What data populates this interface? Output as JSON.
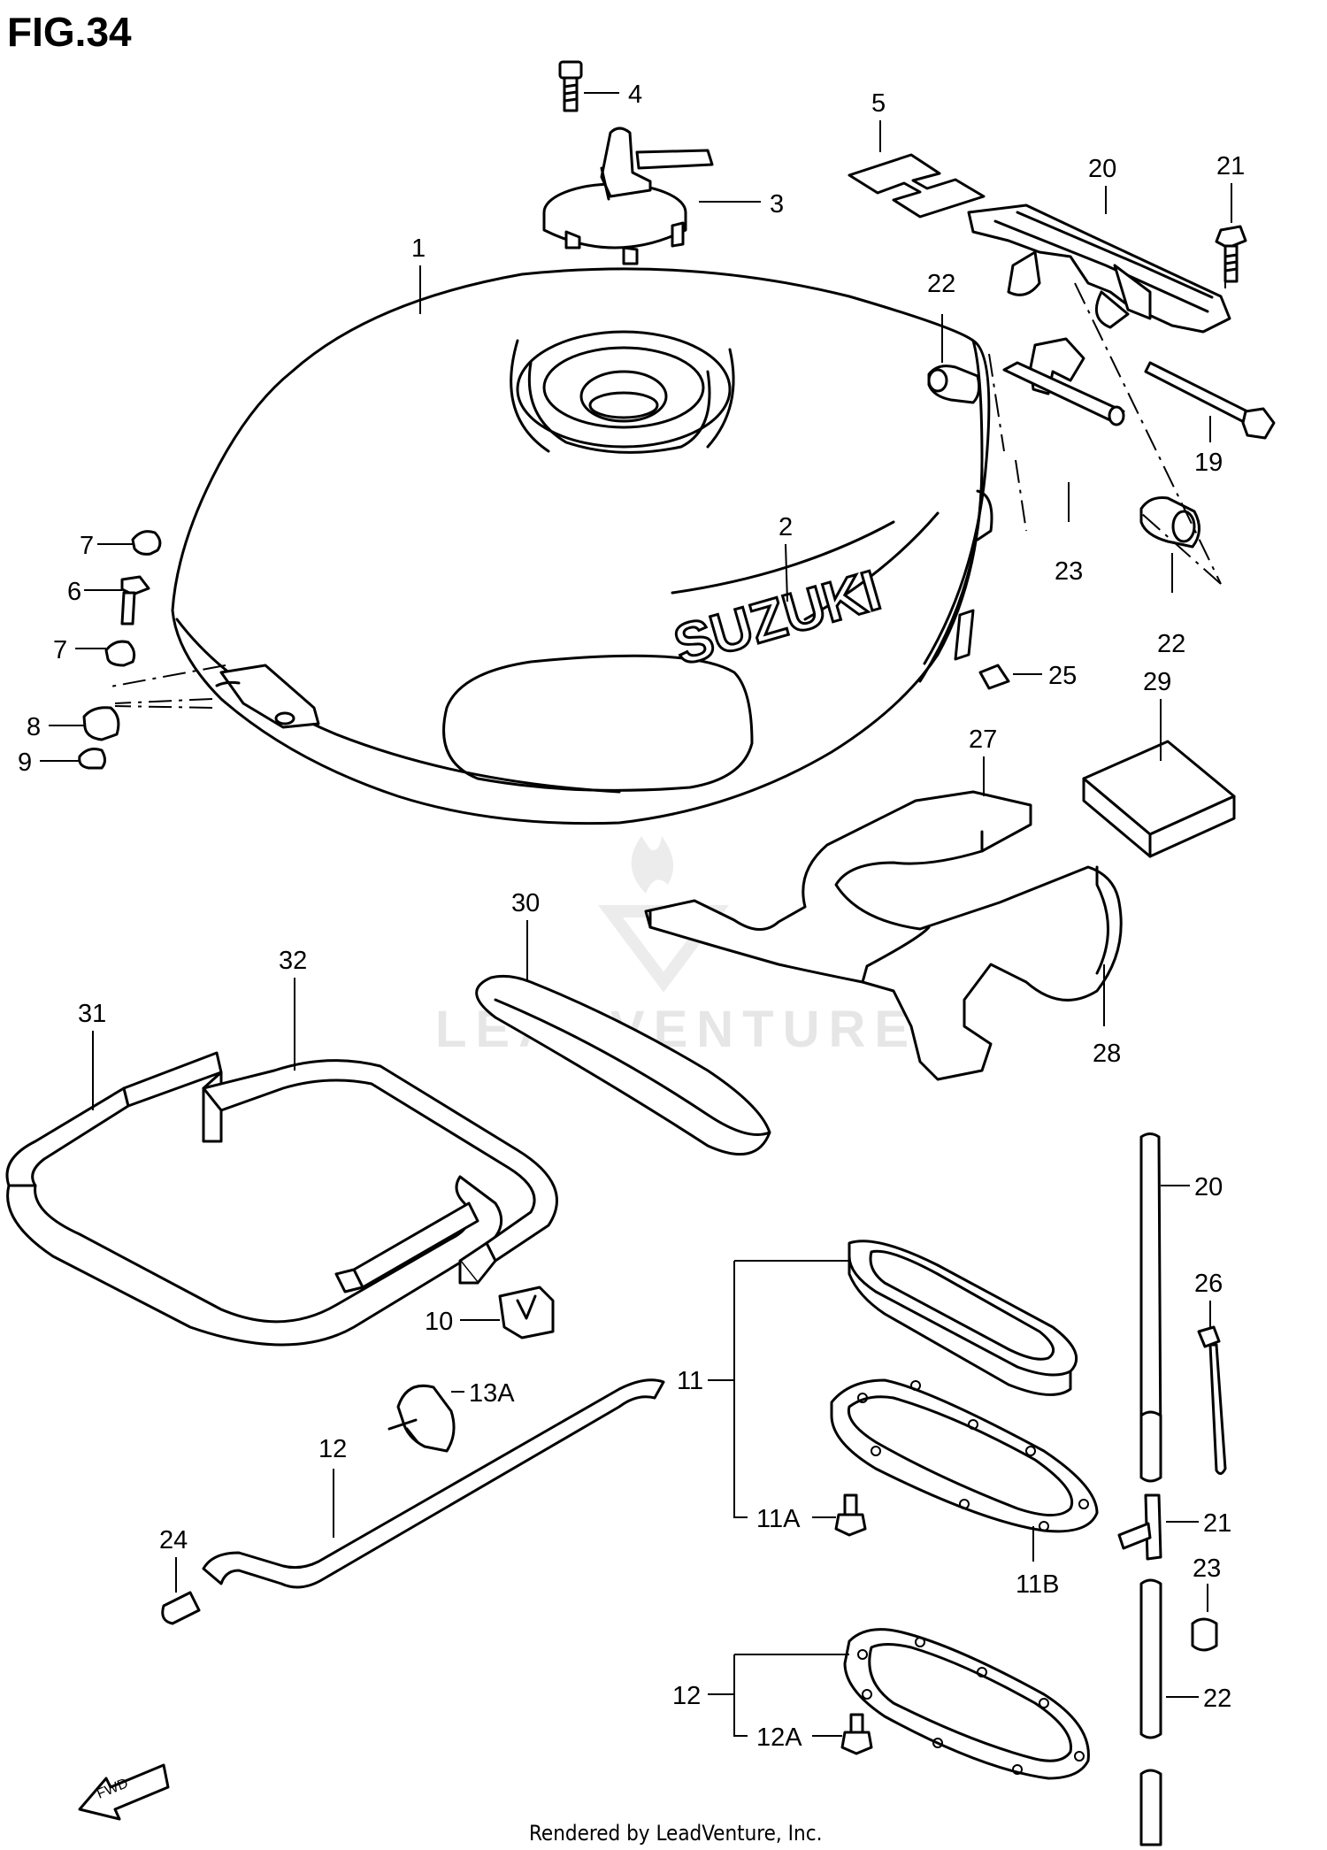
{
  "figure_title": "FIG.34",
  "watermark": "LEADVENTURE",
  "brand_decal": "SUZUKI",
  "fwd_label": "FWD",
  "footer": "Rendered by LeadVenture, Inc.",
  "callouts": [
    {
      "id": "c1",
      "label": "1"
    },
    {
      "id": "c2",
      "label": "2"
    },
    {
      "id": "c3",
      "label": "3"
    },
    {
      "id": "c4",
      "label": "4"
    },
    {
      "id": "c5",
      "label": "5"
    },
    {
      "id": "c6",
      "label": "6"
    },
    {
      "id": "c7a",
      "label": "7"
    },
    {
      "id": "c7b",
      "label": "7"
    },
    {
      "id": "c8",
      "label": "8"
    },
    {
      "id": "c9",
      "label": "9"
    },
    {
      "id": "c10",
      "label": "10"
    },
    {
      "id": "c11",
      "label": "11"
    },
    {
      "id": "c11a",
      "label": "11A"
    },
    {
      "id": "c11b",
      "label": "11B"
    },
    {
      "id": "c12a",
      "label": "12"
    },
    {
      "id": "c12b",
      "label": "12"
    },
    {
      "id": "c12c",
      "label": "12A"
    },
    {
      "id": "c13a",
      "label": "13A"
    },
    {
      "id": "c19",
      "label": "19"
    },
    {
      "id": "c20a",
      "label": "20"
    },
    {
      "id": "c20b",
      "label": "20"
    },
    {
      "id": "c21a",
      "label": "21"
    },
    {
      "id": "c21b",
      "label": "21"
    },
    {
      "id": "c22a",
      "label": "22"
    },
    {
      "id": "c22b",
      "label": "22"
    },
    {
      "id": "c22c",
      "label": "22"
    },
    {
      "id": "c23a",
      "label": "23"
    },
    {
      "id": "c23b",
      "label": "23"
    },
    {
      "id": "c24",
      "label": "24"
    },
    {
      "id": "c25",
      "label": "25"
    },
    {
      "id": "c26",
      "label": "26"
    },
    {
      "id": "c27",
      "label": "27"
    },
    {
      "id": "c28",
      "label": "28"
    },
    {
      "id": "c29",
      "label": "29"
    },
    {
      "id": "c30",
      "label": "30"
    },
    {
      "id": "c31",
      "label": "31"
    },
    {
      "id": "c32",
      "label": "32"
    }
  ]
}
